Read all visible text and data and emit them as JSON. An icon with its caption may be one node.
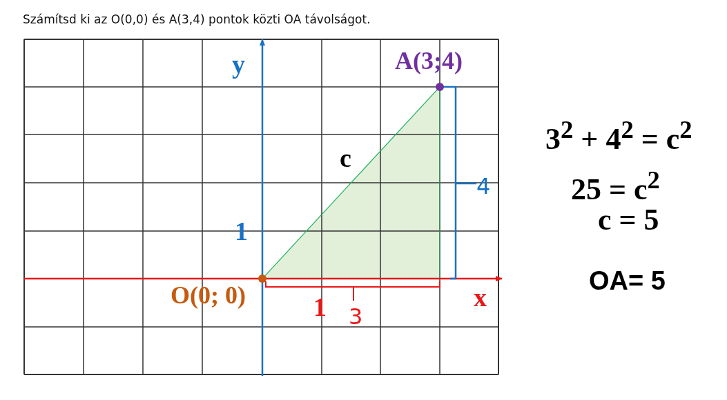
{
  "diagram": {
    "title": "Számítsd ki az O(0,0) és A(3,4) pontok közti OA távolságot.",
    "nodes": [
      {
        "text": [],
        "shape": "circle",
        "beside": [
          "O(0; 0)"
        ]
      },
      {
        "text": [],
        "shape": "circle",
        "beside": [
          "A(3;4)"
        ]
      }
    ],
    "edges": [
      {
        "from": 0,
        "to": 1,
        "arrow": "none",
        "label": "c"
      }
    ],
    "labels": [
      "y",
      "1",
      "x",
      "1",
      "3",
      "4",
      "3$^{2}$ + 4$^{2}$ = c$^{2}$",
      "25 = c$^{2}$",
      "c = 5",
      "OA= 5"
    ]
  }
}
